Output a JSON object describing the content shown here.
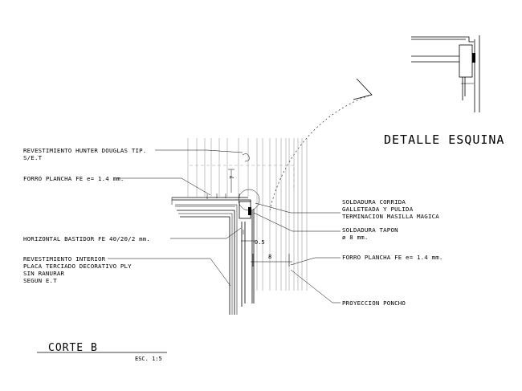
{
  "detail_title": "DETALLE ESQUINA",
  "section": {
    "title": "CORTE B",
    "scale": "ESC. 1:5"
  },
  "labels": {
    "revestimiento_hunter_1": "REVESTIMIENTO HUNTER DOUGLAS TIP.",
    "revestimiento_hunter_2": "S/E.T",
    "forro_left": "FORRO PLANCHA FE e= 1.4 mm.",
    "horizontal_bastidor": "HORIZONTAL BASTIDOR FE 40/20/2 mm.",
    "rev_interior_1": "REVESTIMIENTO INTERIOR",
    "rev_interior_2": "PLACA TERCIADO DECORATIVO PLY",
    "rev_interior_3": "SIN RANURAR",
    "rev_interior_4": "SEGUN E.T",
    "soldadura_corrida_1": "SOLDADURA CORRIDA",
    "soldadura_corrida_2": "GALLETEADA Y PULIDA",
    "soldadura_corrida_3": "TERMINACION MASILLA MAGICA",
    "soldadura_tapon_1": "SOLDADURA TAPON",
    "soldadura_tapon_2": "ø 8 mm.",
    "forro_right": "FORRO PLANCHA FE e= 1.4 mm.",
    "proyeccion": "PROYECCION PONCHO"
  },
  "dimensions": {
    "d1": "0.5",
    "d2": "8",
    "d3": "7"
  }
}
